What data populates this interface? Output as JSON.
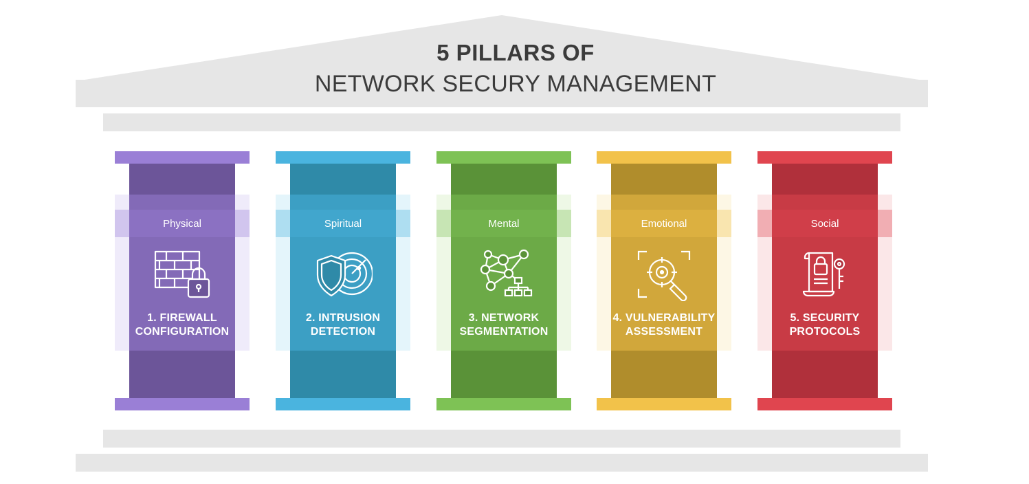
{
  "title": {
    "line1": "5 PILLARS OF",
    "line2": "NETWORK SECURY MANAGEMENT"
  },
  "pillars": [
    {
      "label": "Physical",
      "name_line1": "1. FIREWALL",
      "name_line2": "CONFIGURATION",
      "icon": "firewall-lock-icon",
      "cap_color": "#9a7fd6",
      "shaft_color": "#6c5599"
    },
    {
      "label": "Spiritual",
      "name_line1": "2. INTRUSION",
      "name_line2": "DETECTION",
      "icon": "shield-radar-icon",
      "cap_color": "#4ab4df",
      "shaft_color": "#2f8aa8"
    },
    {
      "label": "Mental",
      "name_line1": "3. NETWORK",
      "name_line2": "SEGMENTATION",
      "icon": "network-nodes-icon",
      "cap_color": "#7ec255",
      "shaft_color": "#5a9238"
    },
    {
      "label": "Emotional",
      "name_line1": "4. VULNERABILITY",
      "name_line2": "ASSESSMENT",
      "icon": "scan-magnifier-icon",
      "cap_color": "#f2c24a",
      "shaft_color": "#b08d2c"
    },
    {
      "label": "Social",
      "name_line1": "5. SECURITY",
      "name_line2": "PROTOCOLS",
      "icon": "document-lock-key-icon",
      "cap_color": "#e0454f",
      "shaft_color": "#b0303b"
    }
  ],
  "colors": {
    "stone": "#e6e6e6",
    "title_text": "#3b3b3b"
  }
}
